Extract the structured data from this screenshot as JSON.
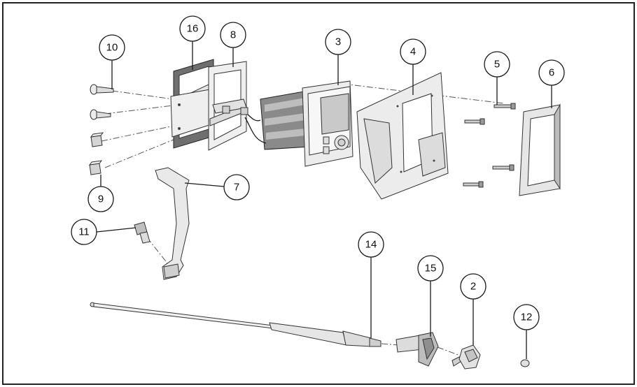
{
  "diagram": {
    "callouts": [
      {
        "id": "c10",
        "label": "10"
      },
      {
        "id": "c16",
        "label": "16"
      },
      {
        "id": "c8",
        "label": "8"
      },
      {
        "id": "c3",
        "label": "3"
      },
      {
        "id": "c4",
        "label": "4"
      },
      {
        "id": "c5",
        "label": "5"
      },
      {
        "id": "c6",
        "label": "6"
      },
      {
        "id": "c9",
        "label": "9"
      },
      {
        "id": "c7",
        "label": "7"
      },
      {
        "id": "c11",
        "label": "11"
      },
      {
        "id": "c14",
        "label": "14"
      },
      {
        "id": "c15",
        "label": "15"
      },
      {
        "id": "c2",
        "label": "2"
      },
      {
        "id": "c12",
        "label": "12"
      }
    ]
  },
  "colors": {
    "part_fill": "#ececec",
    "part_shade": "#c9c9c9",
    "part_dark": "#8a8a8a",
    "gasket": "#6f6f6f",
    "line": "#1a1a1a",
    "frame": "#222222"
  }
}
